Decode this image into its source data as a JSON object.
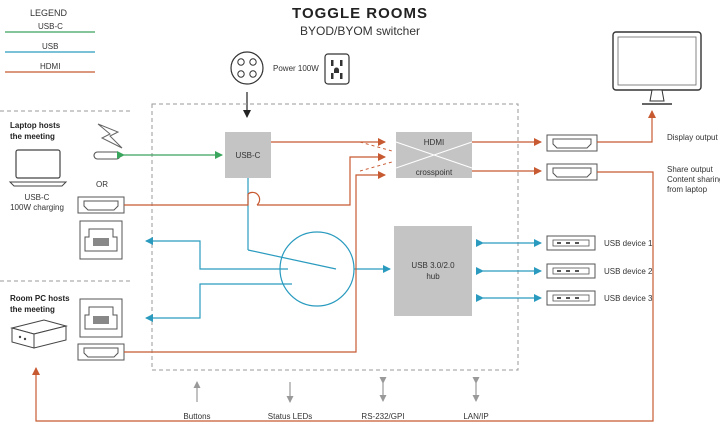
{
  "title": "TOGGLE ROOMS",
  "subtitle": "BYOD/BYOM switcher",
  "legend": {
    "heading": "LEGEND",
    "items": [
      {
        "label": "USB-C",
        "color": "#3aa55d"
      },
      {
        "label": "USB",
        "color": "#2a9bbf"
      },
      {
        "label": "HDMI",
        "color": "#c85a32"
      }
    ]
  },
  "power_label": "Power 100W",
  "laptop": {
    "title_line1": "Laptop hosts",
    "title_line2": "the meeting",
    "charging_line1": "USB-C",
    "charging_line2": "100W charging",
    "or_label": "OR"
  },
  "room_pc": {
    "title_line1": "Room PC hosts",
    "title_line2": "the meeting"
  },
  "blocks": {
    "usbc": "USB-C",
    "hdmi": "HDMI",
    "crosspoint": "crosspoint",
    "hub_line1": "USB 3.0/2.0",
    "hub_line2": "hub"
  },
  "outputs": {
    "display": "Display output",
    "share_line1": "Share output",
    "share_line2": "Content sharing",
    "share_line3": "from laptop"
  },
  "usb_devices": [
    "USB device 1",
    "USB device 2",
    "USB device 3"
  ],
  "bottom_ports": [
    "Buttons",
    "Status LEDs",
    "RS-232/GPI",
    "LAN/IP"
  ],
  "colors": {
    "usbc": "#3aa55d",
    "usb": "#2a9bbf",
    "hdmi": "#c85a32",
    "block": "#c4c4c4"
  }
}
